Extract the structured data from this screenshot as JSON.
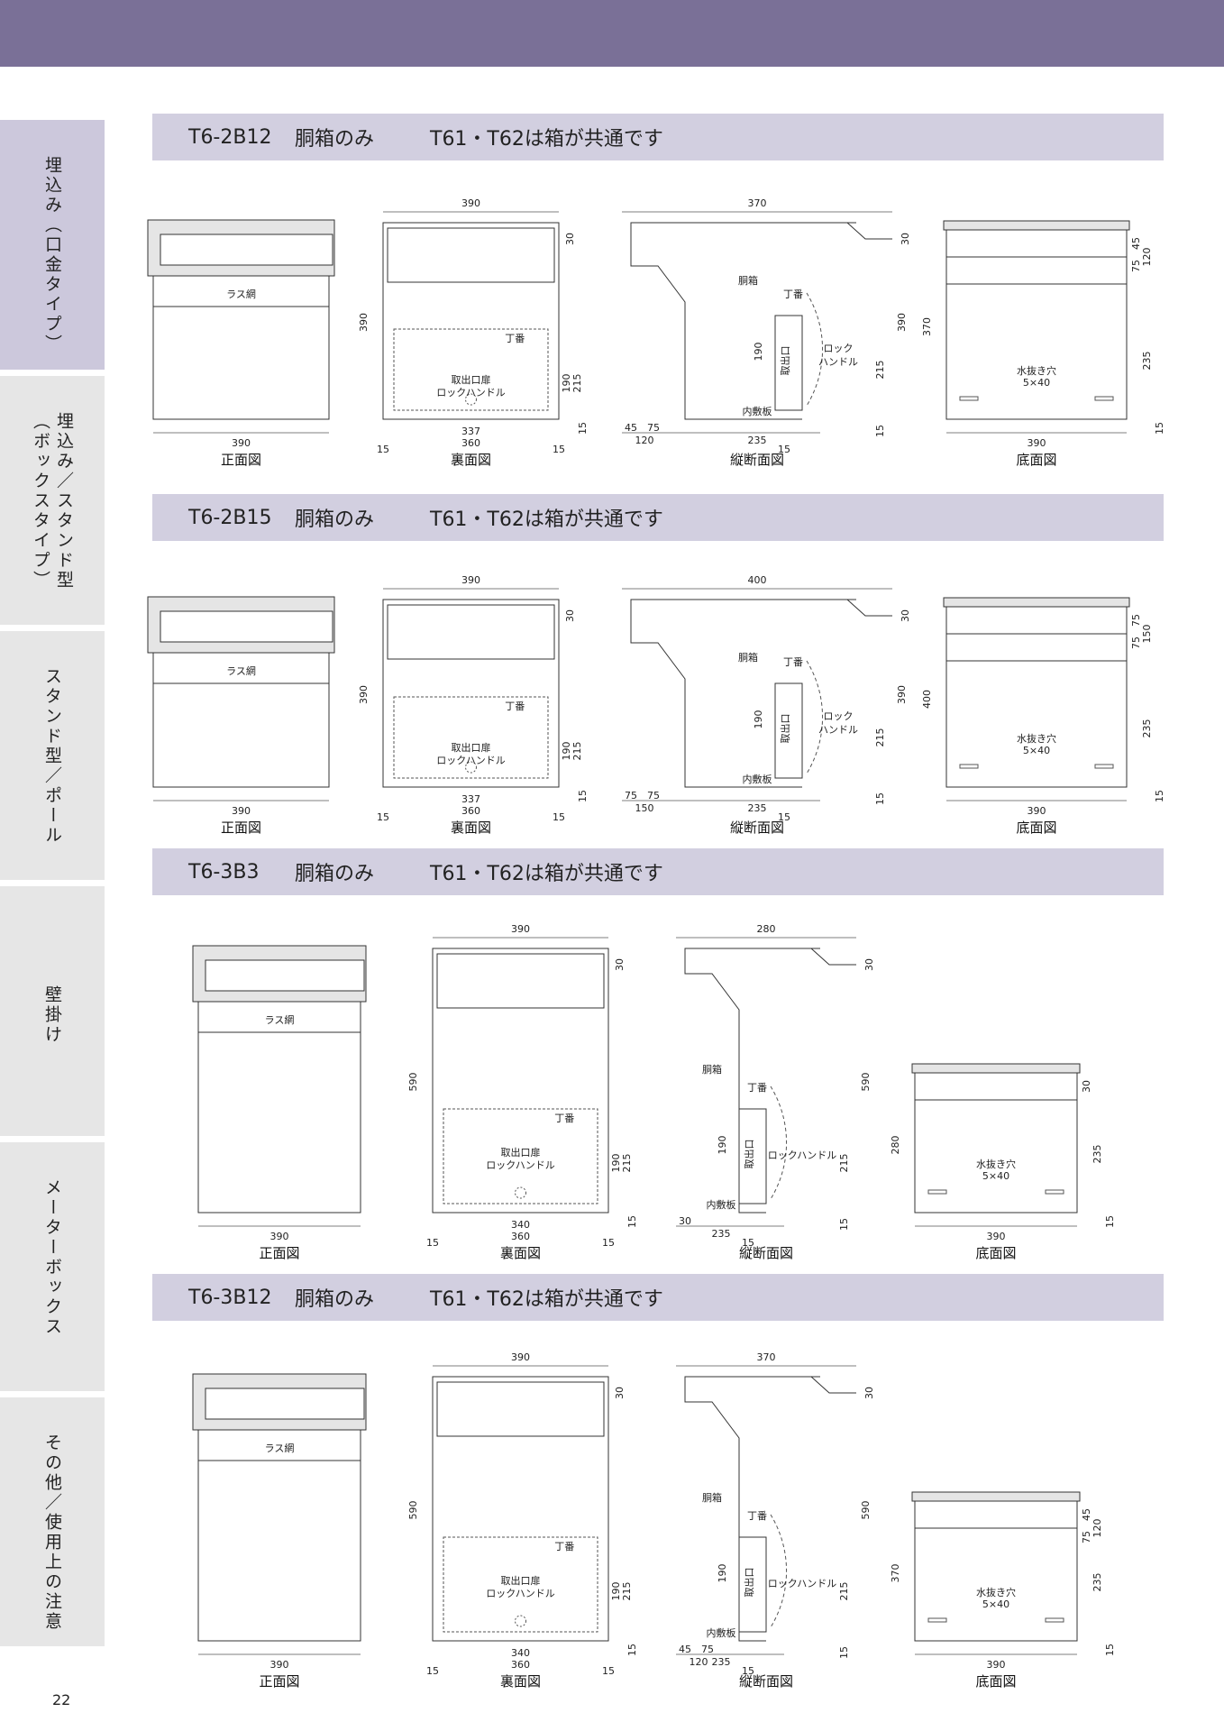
{
  "page_number": "22",
  "side_tabs": [
    {
      "text": "埋込み（口金タイプ）",
      "active": true
    },
    {
      "text": "埋込み／スタンド型（ボックスタイプ）",
      "active": false
    },
    {
      "text": "スタンド型／ポール",
      "active": false
    },
    {
      "text": "壁掛け",
      "active": false
    },
    {
      "text": "メーターボックス",
      "active": false
    },
    {
      "text": "その他／使用上の注意",
      "active": false
    }
  ],
  "sections": [
    {
      "model": "T6-2B12",
      "subtitle": "胴箱のみ",
      "note": "T61・T62は箱が共通です",
      "views": {
        "front": "正面図",
        "back": "裏面図",
        "section": "縦断面図",
        "bottom": "底面図"
      },
      "labels": {
        "mesh": "ラス網",
        "hinge": "丁番",
        "door": "取出口扉",
        "handle": "ロックハンドル",
        "body": "胴箱",
        "outlet": "取出口",
        "lock": "ロック",
        "handle2": "ハンドル",
        "inner": "内敷板",
        "drain": "水抜き穴",
        "drain_size": "5×40"
      },
      "dims": {
        "front_w": "390",
        "back_w": "390",
        "back_h": "390",
        "back_30": "30",
        "back_190": "190",
        "back_215": "215",
        "back_15": "15",
        "back_337": "337",
        "back_360": "360",
        "sec_w": "370",
        "sec_h": "390",
        "sec_30": "30",
        "sec_190": "190",
        "sec_215": "215",
        "sec_15": "15",
        "sec_a": "45",
        "sec_b": "75",
        "sec_c": "120",
        "sec_235": "235",
        "bot_w": "390",
        "bot_h": "370",
        "bot_45": "45",
        "bot_75": "75",
        "bot_120": "120",
        "bot_235": "235",
        "bot_15": "15"
      }
    },
    {
      "model": "T6-2B15",
      "subtitle": "胴箱のみ",
      "note": "T61・T62は箱が共通です",
      "views": {
        "front": "正面図",
        "back": "裏面図",
        "section": "縦断面図",
        "bottom": "底面図"
      },
      "labels": {
        "mesh": "ラス網",
        "hinge": "丁番",
        "door": "取出口扉",
        "handle": "ロックハンドル",
        "body": "胴箱",
        "outlet": "取出口",
        "lock": "ロック",
        "handle2": "ハンドル",
        "inner": "内敷板",
        "drain": "水抜き穴",
        "drain_size": "5×40"
      },
      "dims": {
        "front_w": "390",
        "back_w": "390",
        "back_h": "390",
        "back_30": "30",
        "back_190": "190",
        "back_215": "215",
        "back_15": "15",
        "back_337": "337",
        "back_360": "360",
        "sec_w": "400",
        "sec_h": "390",
        "sec_30": "30",
        "sec_190": "190",
        "sec_215": "215",
        "sec_15": "15",
        "sec_a": "75",
        "sec_b": "75",
        "sec_c": "150",
        "sec_235": "235",
        "bot_w": "390",
        "bot_h": "400",
        "bot_45": "75",
        "bot_75": "75",
        "bot_120": "150",
        "bot_235": "235",
        "bot_15": "15"
      }
    },
    {
      "model": "T6-3B3",
      "subtitle": "胴箱のみ",
      "note": "T61・T62は箱が共通です",
      "views": {
        "front": "正面図",
        "back": "裏面図",
        "section": "縦断面図",
        "bottom": "底面図"
      },
      "labels": {
        "mesh": "ラス網",
        "hinge": "丁番",
        "door": "取出口扉",
        "handle": "ロックハンドル",
        "body": "胴箱",
        "outlet": "取出口",
        "lock": "",
        "handle2": "ロックハンドル",
        "inner": "内敷板",
        "drain": "水抜き穴",
        "drain_size": "5×40"
      },
      "dims": {
        "front_w": "390",
        "back_w": "390",
        "back_h": "590",
        "back_30": "30",
        "back_190": "190",
        "back_215": "215",
        "back_15": "15",
        "back_337": "340",
        "back_360": "360",
        "sec_w": "280",
        "sec_h": "590",
        "sec_30": "30",
        "sec_190": "190",
        "sec_215": "215",
        "sec_15": "15",
        "sec_a": "30",
        "sec_b": "",
        "sec_c": "",
        "sec_235": "235",
        "bot_w": "390",
        "bot_h": "280",
        "bot_45": "30",
        "bot_75": "",
        "bot_120": "",
        "bot_235": "235",
        "bot_15": "15"
      }
    },
    {
      "model": "T6-3B12",
      "subtitle": "胴箱のみ",
      "note": "T61・T62は箱が共通です",
      "views": {
        "front": "正面図",
        "back": "裏面図",
        "section": "縦断面図",
        "bottom": "底面図"
      },
      "labels": {
        "mesh": "ラス網",
        "hinge": "丁番",
        "door": "取出口扉",
        "handle": "ロックハンドル",
        "body": "胴箱",
        "outlet": "取出口",
        "lock": "",
        "handle2": "ロックハンドル",
        "inner": "内敷板",
        "drain": "水抜き穴",
        "drain_size": "5×40"
      },
      "dims": {
        "front_w": "390",
        "back_w": "390",
        "back_h": "590",
        "back_30": "30",
        "back_190": "190",
        "back_215": "215",
        "back_15": "15",
        "back_337": "340",
        "back_360": "360",
        "sec_w": "370",
        "sec_h": "590",
        "sec_30": "30",
        "sec_190": "190",
        "sec_215": "215",
        "sec_15": "15",
        "sec_a": "45",
        "sec_b": "75",
        "sec_c": "120",
        "sec_235": "235",
        "bot_w": "390",
        "bot_h": "370",
        "bot_45": "45",
        "bot_75": "75",
        "bot_120": "120",
        "bot_235": "235",
        "bot_15": "15"
      }
    }
  ]
}
